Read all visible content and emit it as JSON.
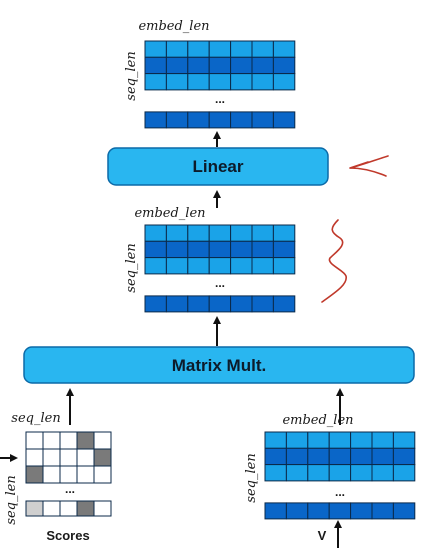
{
  "labels": {
    "embed_len": "embed_len",
    "seq_len": "seq_len",
    "ellipsis": "...",
    "linear": "Linear",
    "matrix_mult": "Matrix Mult.",
    "scores": "Scores",
    "v": "V"
  },
  "colors": {
    "cell_light": "#1aa3e8",
    "cell_dark": "#0a66c8",
    "block_fill": "#29b6f0",
    "block_stroke": "#0b6aa8",
    "score_dark": "#7a7a7a",
    "score_light": "#cfcfcf",
    "annotation": "#c0392b"
  },
  "scores_pattern": [
    [
      0,
      0,
      0,
      1,
      0
    ],
    [
      0,
      0,
      0,
      0,
      1
    ],
    [
      1,
      0,
      0,
      0,
      0
    ]
  ],
  "scores_last_row": [
    2,
    0,
    0,
    1,
    0
  ]
}
